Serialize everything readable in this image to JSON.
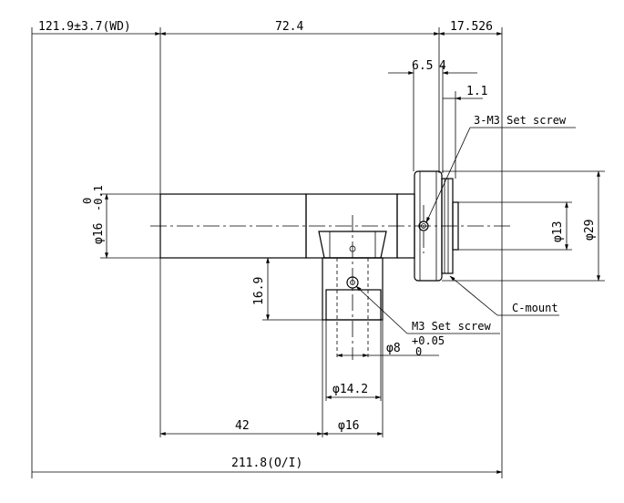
{
  "dimensions": {
    "working_distance": "121.9±3.7(WD)",
    "lens_length_1": "72.4",
    "flange_offset": "17.526",
    "width_6_5": "6.5",
    "width_4": "4",
    "width_1_1": "1.1",
    "left_diameter": "φ16",
    "left_diameter_tol_upper": "0",
    "left_diameter_tol_lower": "-0.1",
    "port_offset": "16.9",
    "port_hole": "φ8",
    "port_hole_tol_upper": "+0.05",
    "port_hole_tol_lower": "0",
    "port_inner": "φ14.2",
    "port_outer": "φ16",
    "port_position": "42",
    "total_length": "211.8(O/I)",
    "thread_diameter": "φ13",
    "mount_diameter": "φ29"
  },
  "labels": {
    "set_screw_3": "3-M3 Set screw",
    "set_screw": "M3 Set screw",
    "c_mount": "C-mount"
  }
}
